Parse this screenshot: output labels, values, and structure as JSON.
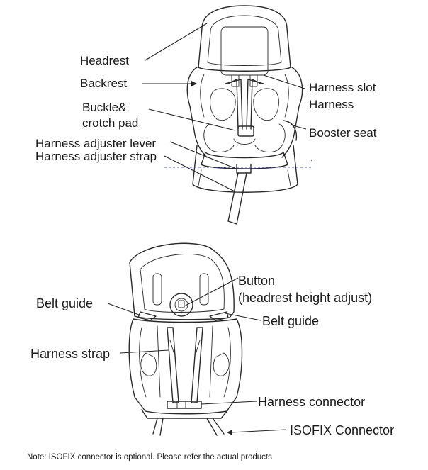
{
  "top_diagram": {
    "labels": {
      "headrest": "Headrest",
      "backrest": "Backrest",
      "buckle_line1": "Buckle&",
      "buckle_line2": "crotch pad",
      "adjuster_lever": "Harness adjuster lever",
      "adjuster_strap": "Harness adjuster strap",
      "harness_slot": "Harness slot",
      "harness": "Harness",
      "booster_seat": "Booster seat"
    }
  },
  "bottom_diagram": {
    "labels": {
      "button_line1": "Button",
      "button_line2": "(headrest height adjust)",
      "belt_guide_left": "Belt guide",
      "belt_guide_right": "Belt guide",
      "harness_strap": "Harness strap",
      "harness_connector": "Harness connector",
      "isofix_connector": "ISOFIX Connector"
    }
  },
  "note": "Note: ISOFIX connector is optional. Please refer the actual products",
  "colors": {
    "line": "#2a2a2a",
    "dashed_guide": "#4a5fd0"
  }
}
